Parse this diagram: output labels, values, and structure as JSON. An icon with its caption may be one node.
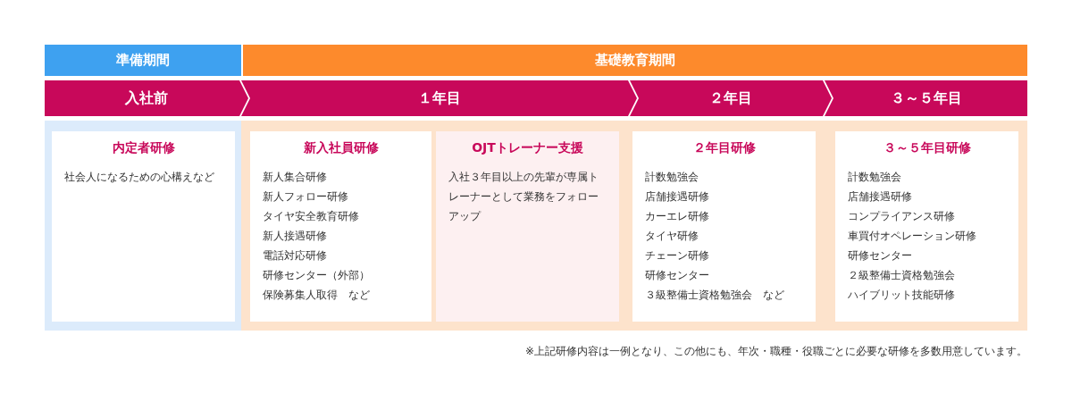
{
  "diagram": {
    "nodes": [
      {
        "text": [
          "準備期間"
        ]
      },
      {
        "text": [
          "基礎教育期間"
        ]
      },
      {
        "text": [
          "入社前"
        ]
      },
      {
        "text": [
          "１年目"
        ]
      },
      {
        "text": [
          "２年目"
        ]
      },
      {
        "text": [
          "３～５年目"
        ]
      },
      {
        "text": [
          "内定者研修",
          "社会人になるための心構えなど"
        ]
      },
      {
        "text": [
          "新入社員研修",
          "新人集合研修",
          "新人フォロー研修",
          "タイヤ安全教育研修",
          "新人接遇研修",
          "電話対応研修",
          "研修センター（外部）",
          "保険募集人取得　など"
        ]
      },
      {
        "text": [
          "OJTトレーナー支援",
          "入社３年目以上の先輩が専属トレーナーとして業務をフォローアップ"
        ]
      },
      {
        "text": [
          "２年目研修",
          "計数勉強会",
          "店舗接遇研修",
          "カーエレ研修",
          "タイヤ研修",
          "チェーン研修",
          "研修センター",
          "３級整備士資格勉強会　など"
        ]
      },
      {
        "text": [
          "３～５年目研修",
          "計数勉強会",
          "店舗接遇研修",
          "コンプライアンス研修",
          "車買付オペレーション研修",
          "研修センター",
          "２級整備士資格勉強会",
          "ハイブリット技能研修"
        ]
      }
    ],
    "labels": [
      "※上記研修内容は一例となり、この他にも、年次・職種・役職ごとに必要な研修を多数用意しています。"
    ]
  }
}
